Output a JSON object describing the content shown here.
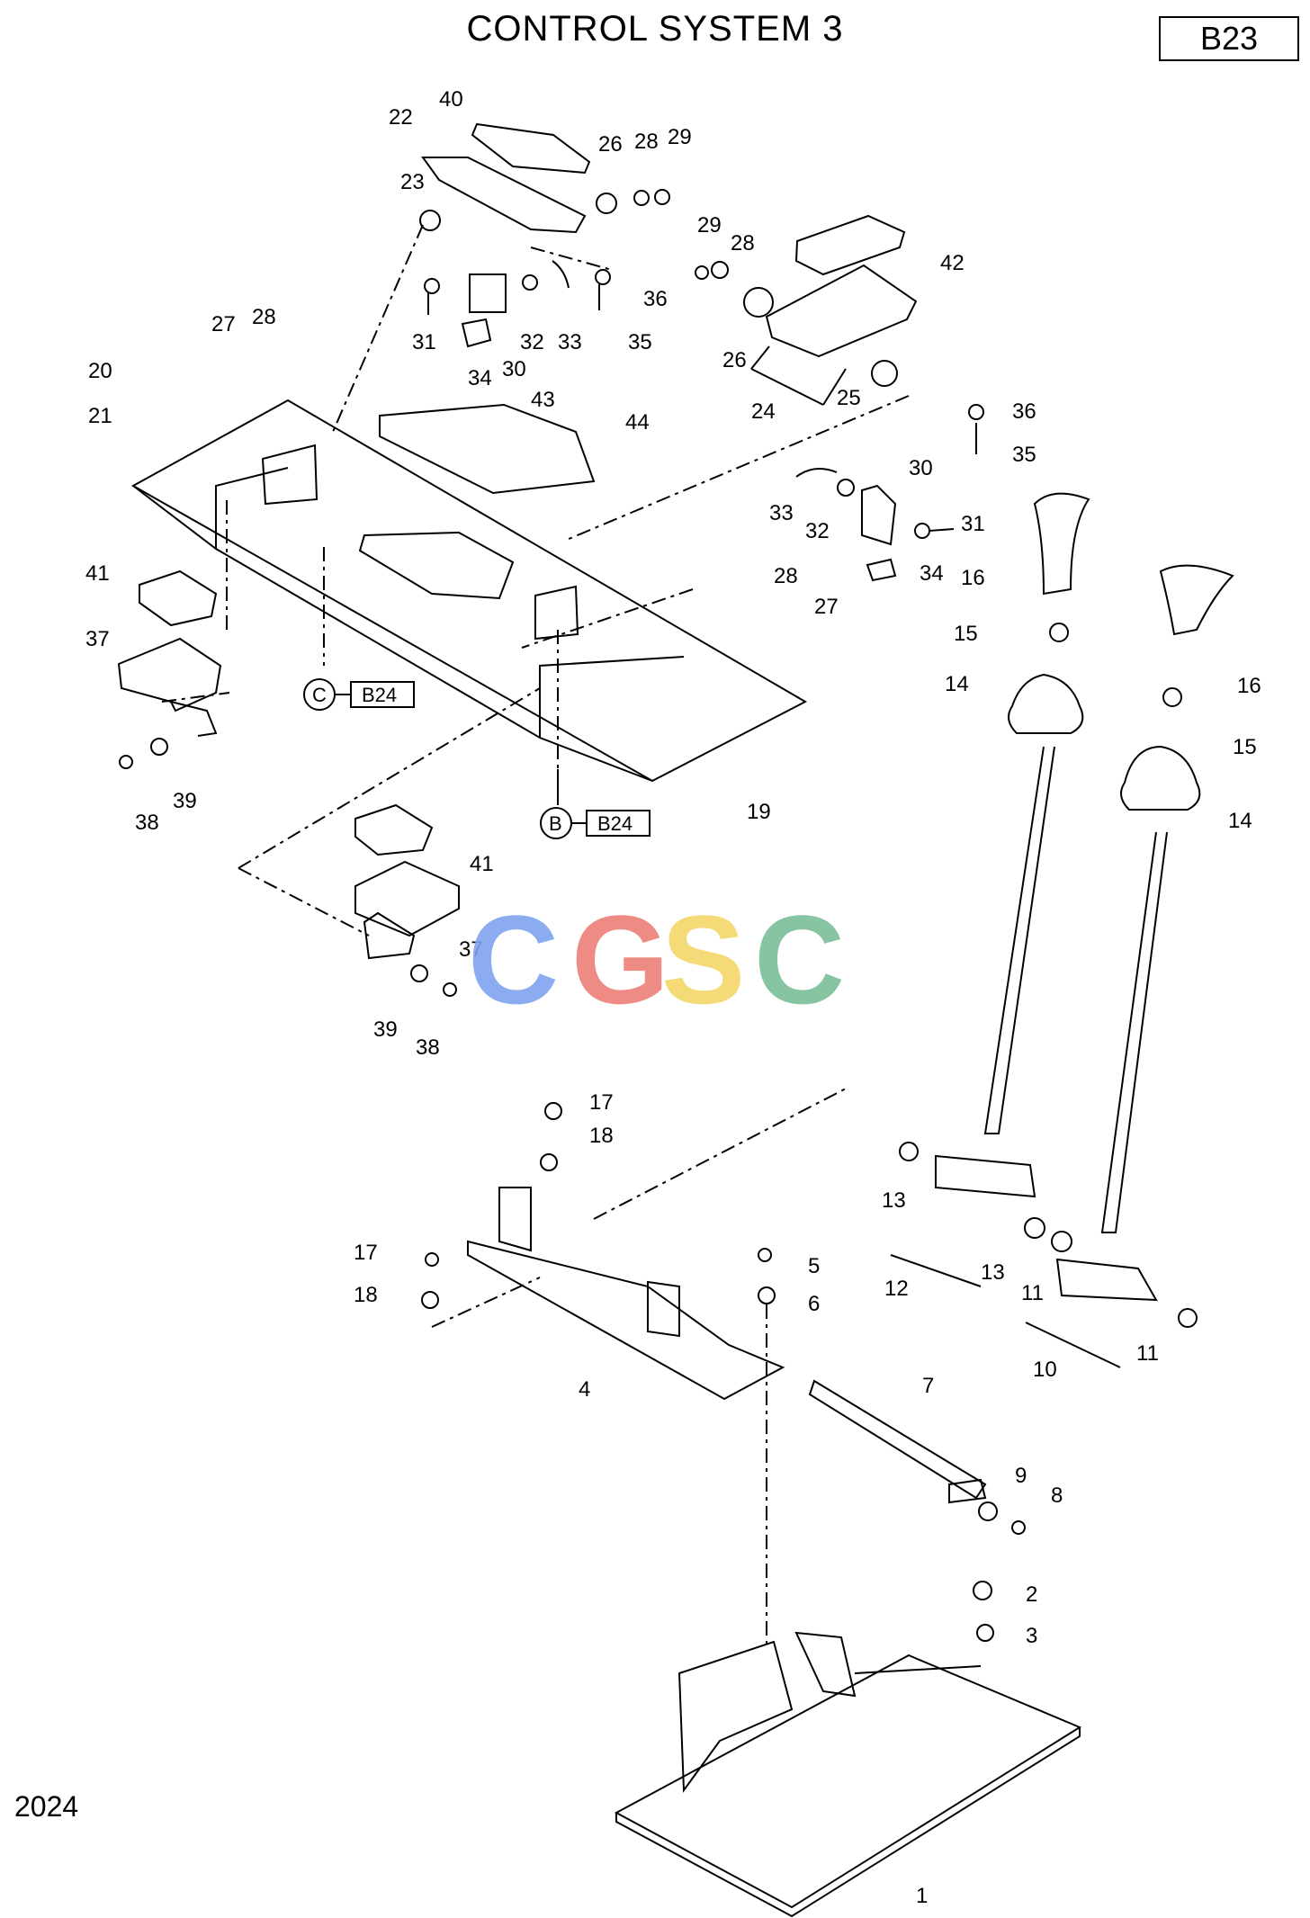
{
  "title": "CONTROL SYSTEM 3",
  "page_code": "B23",
  "year": "2024",
  "watermark": {
    "letters": [
      "C",
      "G",
      "S",
      "C"
    ],
    "colors": [
      "#7fa4ef",
      "#ee7f78",
      "#f5d66a",
      "#7bbf98"
    ]
  },
  "references": [
    {
      "letter": "C",
      "page": "B24"
    },
    {
      "letter": "B",
      "page": "B24"
    }
  ],
  "callouts": [
    "40",
    "22",
    "26",
    "28",
    "29",
    "23",
    "29",
    "28",
    "42",
    "36",
    "35",
    "31",
    "32",
    "33",
    "34",
    "30",
    "26",
    "24",
    "25",
    "36",
    "35",
    "27",
    "28",
    "20",
    "21",
    "43",
    "44",
    "33",
    "32",
    "30",
    "31",
    "34",
    "16",
    "41",
    "28",
    "27",
    "15",
    "37",
    "14",
    "16",
    "15",
    "14",
    "38",
    "39",
    "19",
    "41",
    "37",
    "39",
    "38",
    "17",
    "18",
    "13",
    "17",
    "5",
    "13",
    "12",
    "18",
    "6",
    "11",
    "10",
    "11",
    "4",
    "7",
    "9",
    "8",
    "2",
    "3",
    "1"
  ]
}
